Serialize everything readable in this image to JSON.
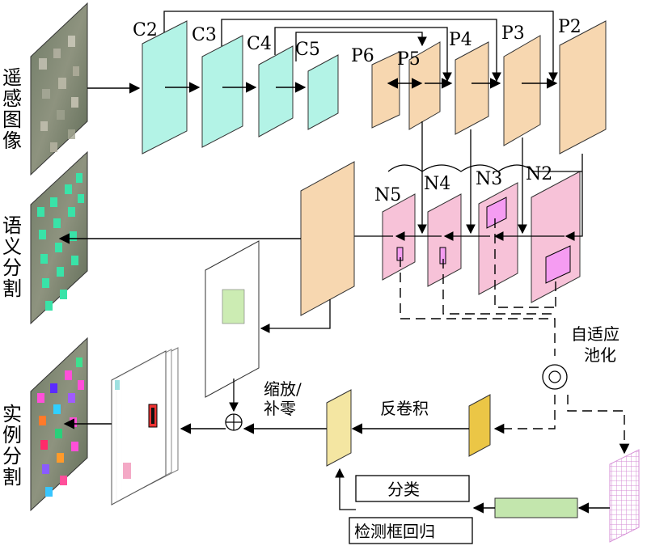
{
  "diagram": {
    "left_labels": {
      "input": [
        "遥",
        "感",
        "图",
        "像"
      ],
      "semantic": [
        "语",
        "义",
        "分",
        "割"
      ],
      "instance": [
        "实",
        "例",
        "分",
        "割"
      ]
    },
    "fpn_top": [
      "C2",
      "C3",
      "C4",
      "C5",
      "P6",
      "P5",
      "P4",
      "P3",
      "P2"
    ],
    "fpn_bottom": [
      "N5",
      "N4",
      "N3",
      "N2"
    ],
    "pooling_label": [
      "自适应",
      "池化"
    ],
    "deconv_label": "反卷积",
    "scale_label": [
      "缩放/",
      "补零"
    ],
    "classify_label": "分类",
    "bbox_label": "检测框回归"
  },
  "colors": {
    "cyan": "#b3f3e6",
    "orange": "#f7d7b0",
    "pink": "#f7c2d8",
    "violet": "#f59cf2",
    "green": "#ccecb3",
    "green_dark": "#c3e6ad",
    "yellow": "#f4e6a2",
    "gold": "#ebc646",
    "grid": "#d58ed6"
  }
}
